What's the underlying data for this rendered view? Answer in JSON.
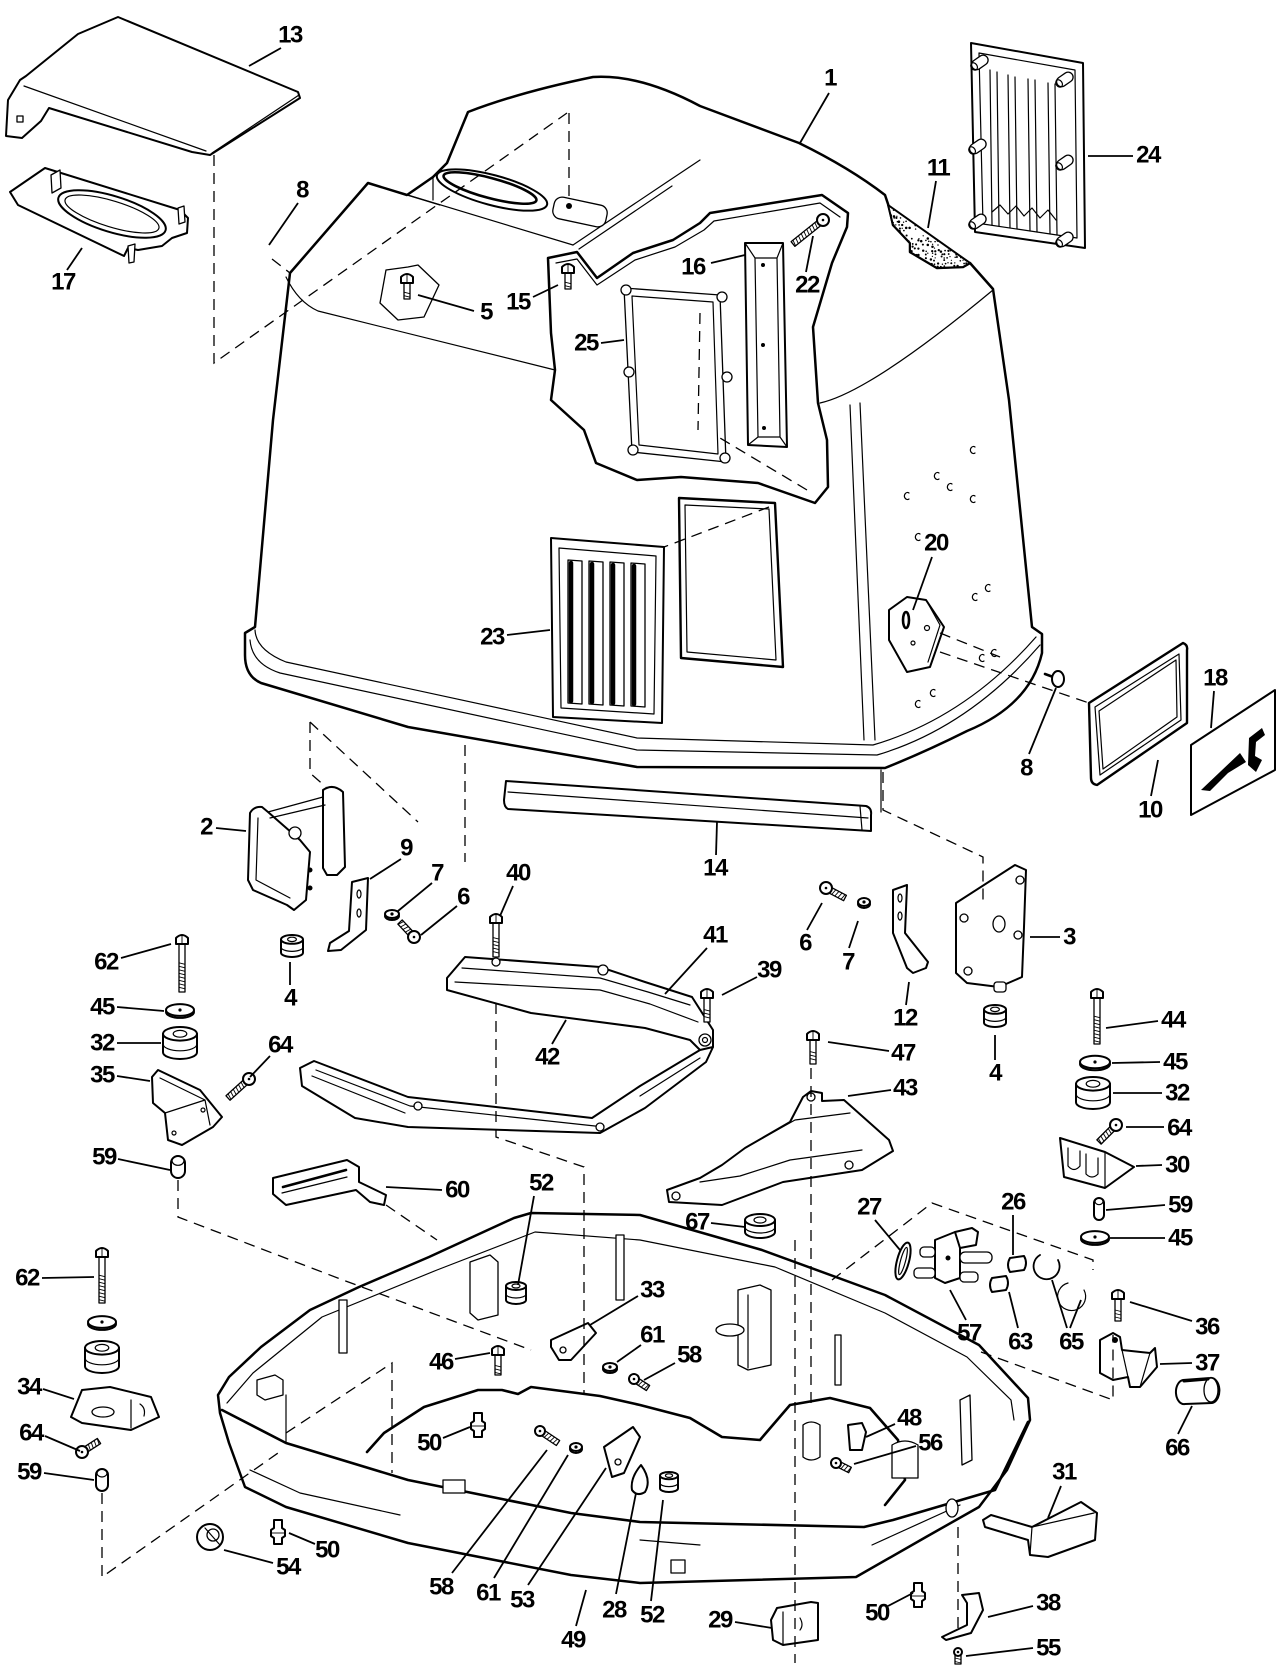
{
  "diagram": {
    "colors": {
      "ink": "#000000",
      "paper": "#ffffff"
    },
    "callouts": [
      "13",
      "1",
      "24",
      "11",
      "8",
      "16",
      "22",
      "17",
      "15",
      "5",
      "25",
      "20",
      "23",
      "18",
      "8",
      "10",
      "2",
      "9",
      "7",
      "6",
      "40",
      "14",
      "41",
      "6",
      "7",
      "3",
      "62",
      "39",
      "4",
      "45",
      "12",
      "44",
      "32",
      "64",
      "47",
      "42",
      "45",
      "4",
      "35",
      "43",
      "32",
      "64",
      "59",
      "30",
      "60",
      "52",
      "27",
      "26",
      "59",
      "67",
      "45",
      "62",
      "33",
      "36",
      "57",
      "63",
      "65",
      "61",
      "58",
      "46",
      "37",
      "34",
      "48",
      "50",
      "56",
      "66",
      "64",
      "59",
      "31",
      "50",
      "54",
      "58",
      "61",
      "53",
      "28",
      "52",
      "49",
      "29",
      "50",
      "38",
      "55"
    ]
  }
}
